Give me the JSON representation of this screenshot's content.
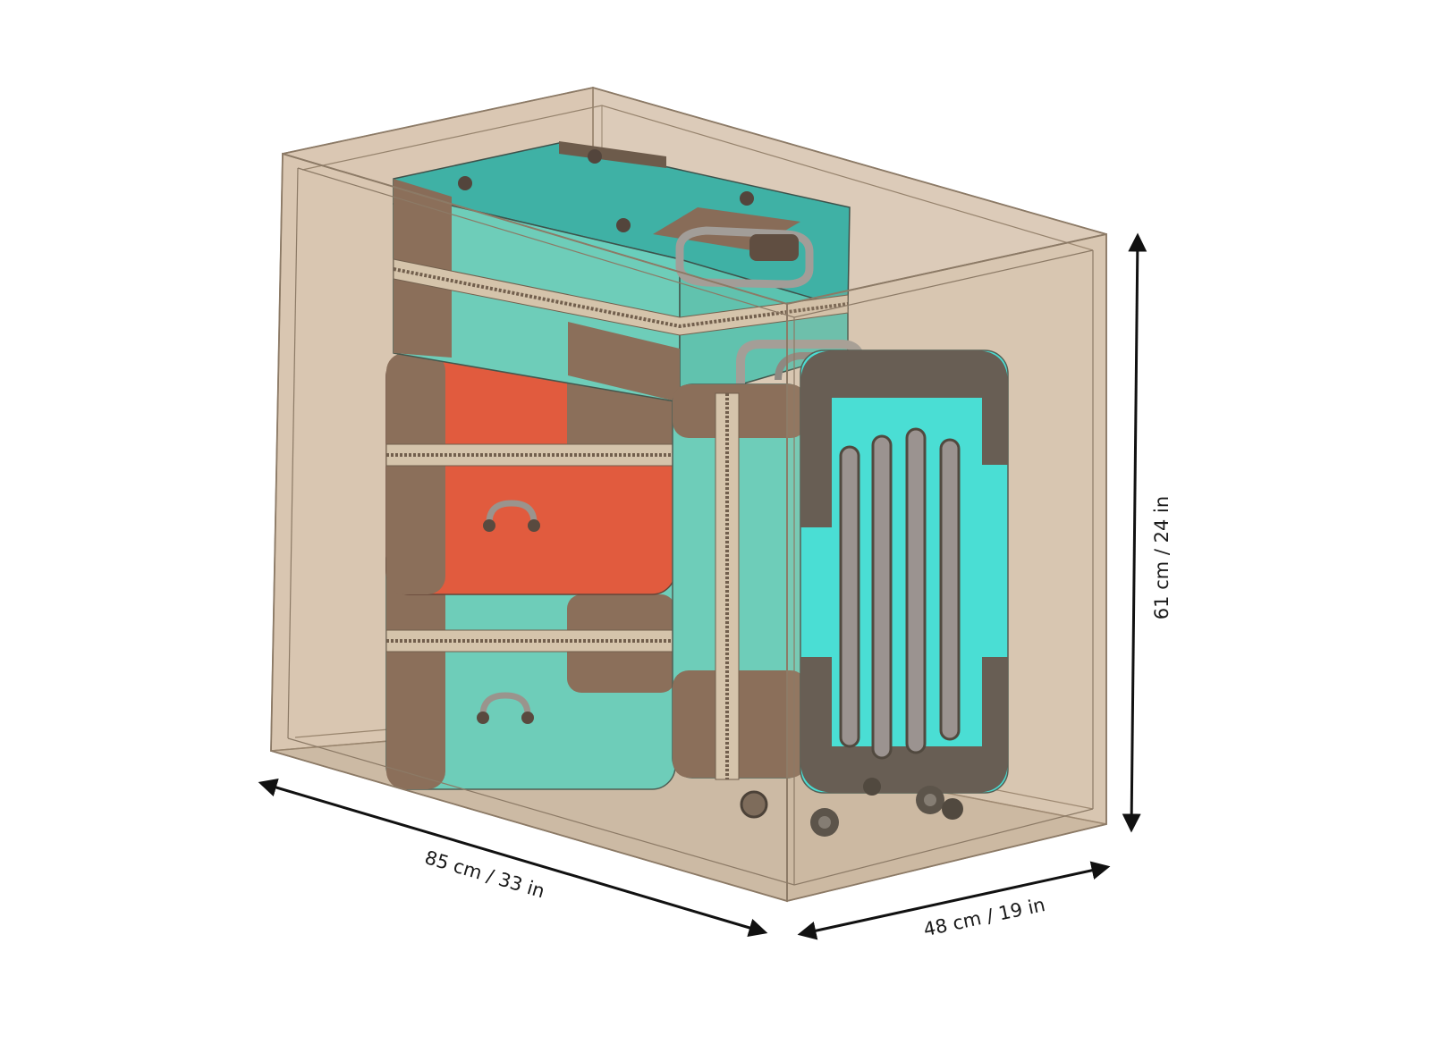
{
  "dimensions": {
    "length": "85 cm / 33 in",
    "depth": "48 cm / 19 in",
    "height": "61 cm / 24 in"
  },
  "colors": {
    "box_fill": "#c7ad8e",
    "box_edge": "#8c7a66",
    "teal": "#55d6c6",
    "teal_top": "#22b2aa",
    "orange": "#e84528",
    "brown": "#7a5e4c",
    "cyan": "#0ff5f5",
    "dark_corner": "#3c3838",
    "rib": "#878791",
    "zipper": "#d9cbb4",
    "arrow": "#111111"
  }
}
